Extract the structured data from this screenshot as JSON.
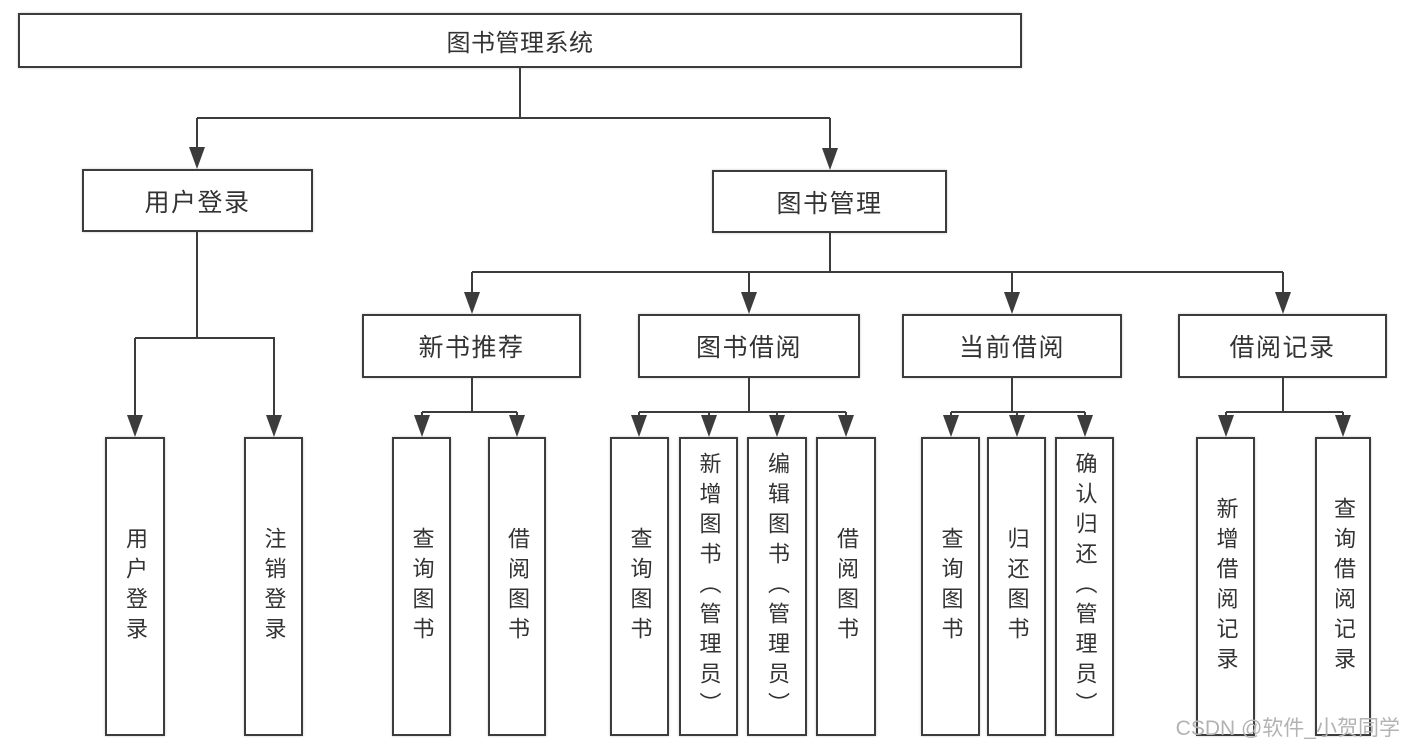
{
  "title": "图书管理系统",
  "colors": {
    "line": "#3c3c3c",
    "text": "#333333",
    "watermark": "#b3b3b3",
    "bg": "#ffffff"
  },
  "watermark": {
    "text": "CSDN @软件_小贺同学"
  },
  "tree": {
    "label": "图书管理系统",
    "children": [
      {
        "label": "用户登录",
        "children": [
          {
            "label": "用户登录"
          },
          {
            "label": "注销登录"
          }
        ]
      },
      {
        "label": "图书管理",
        "children": [
          {
            "label": "新书推荐",
            "children": [
              {
                "label": "查询图书"
              },
              {
                "label": "借阅图书"
              }
            ]
          },
          {
            "label": "图书借阅",
            "children": [
              {
                "label": "查询图书"
              },
              {
                "label": "新增图书（管理员）"
              },
              {
                "label": "编辑图书（管理员）"
              },
              {
                "label": "借阅图书"
              }
            ]
          },
          {
            "label": "当前借阅",
            "children": [
              {
                "label": "查询图书"
              },
              {
                "label": "归还图书"
              },
              {
                "label": "确认归还（管理员）"
              }
            ]
          },
          {
            "label": "借阅记录",
            "children": [
              {
                "label": "新增借阅记录"
              },
              {
                "label": "查询借阅记录"
              }
            ]
          }
        ]
      }
    ]
  }
}
